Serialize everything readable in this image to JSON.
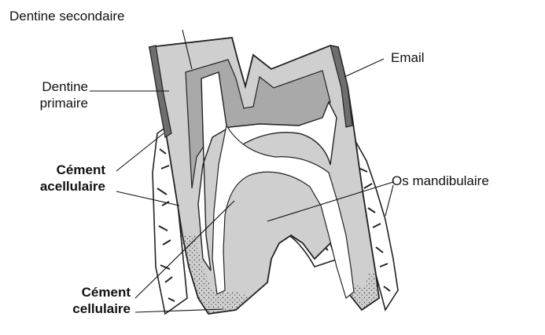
{
  "labels": {
    "dentine_secondaire": "Dentine secondaire",
    "email": "Email",
    "dentine_primaire": [
      "Dentine",
      "primaire"
    ],
    "cement_acellulaire": [
      "Cément",
      "acellulaire"
    ],
    "os_mandibulaire": "Os mandibulaire",
    "cement_cellulaire": [
      "Cément",
      "cellulaire"
    ]
  },
  "colors": {
    "enamel": "#6e6e6e",
    "dentin": "#cfcfcf",
    "secondary_dentin": "#a9a9a9",
    "pulp": "#ffffff",
    "bone": "#ffffff",
    "outline": "#222222"
  }
}
